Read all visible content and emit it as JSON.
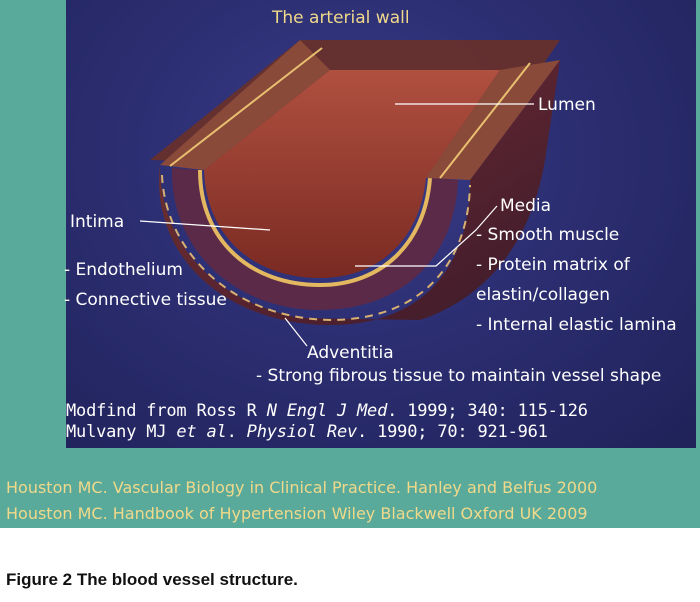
{
  "title": "The arterial wall",
  "labels": {
    "lumen": "Lumen",
    "intima": "Intima",
    "intima_sub1": "- Endothelium",
    "intima_sub2": "- Connective tissue",
    "media": "Media",
    "media_sub1": "- Smooth muscle",
    "media_sub2": "- Protein matrix of",
    "media_sub3": "elastin/collagen",
    "media_sub4": "- Internal elastic lamina",
    "adventitia": "Adventitia",
    "adventitia_sub": "- Strong fibrous tissue to maintain vessel shape"
  },
  "references": {
    "ross_prefix": "Modfind from Ross R ",
    "ross_journal": "N Engl J Med",
    "ross_rest": ". 1999; 340: 115-126",
    "mulvany_prefix": "Mulvany MJ ",
    "mulvany_etal": "et al",
    "mulvany_mid": ". ",
    "mulvany_journal": "Physiol Rev",
    "mulvany_rest": ". 1990; 70: 921-961"
  },
  "sources": [
    "Houston MC. Vascular Biology in Clinical Practice. Hanley and Belfus 2000",
    "Houston MC. Handbook of Hypertension Wiley Blackwell Oxford UK 2009"
  ],
  "caption": "Figure 2  The blood vessel structure."
}
